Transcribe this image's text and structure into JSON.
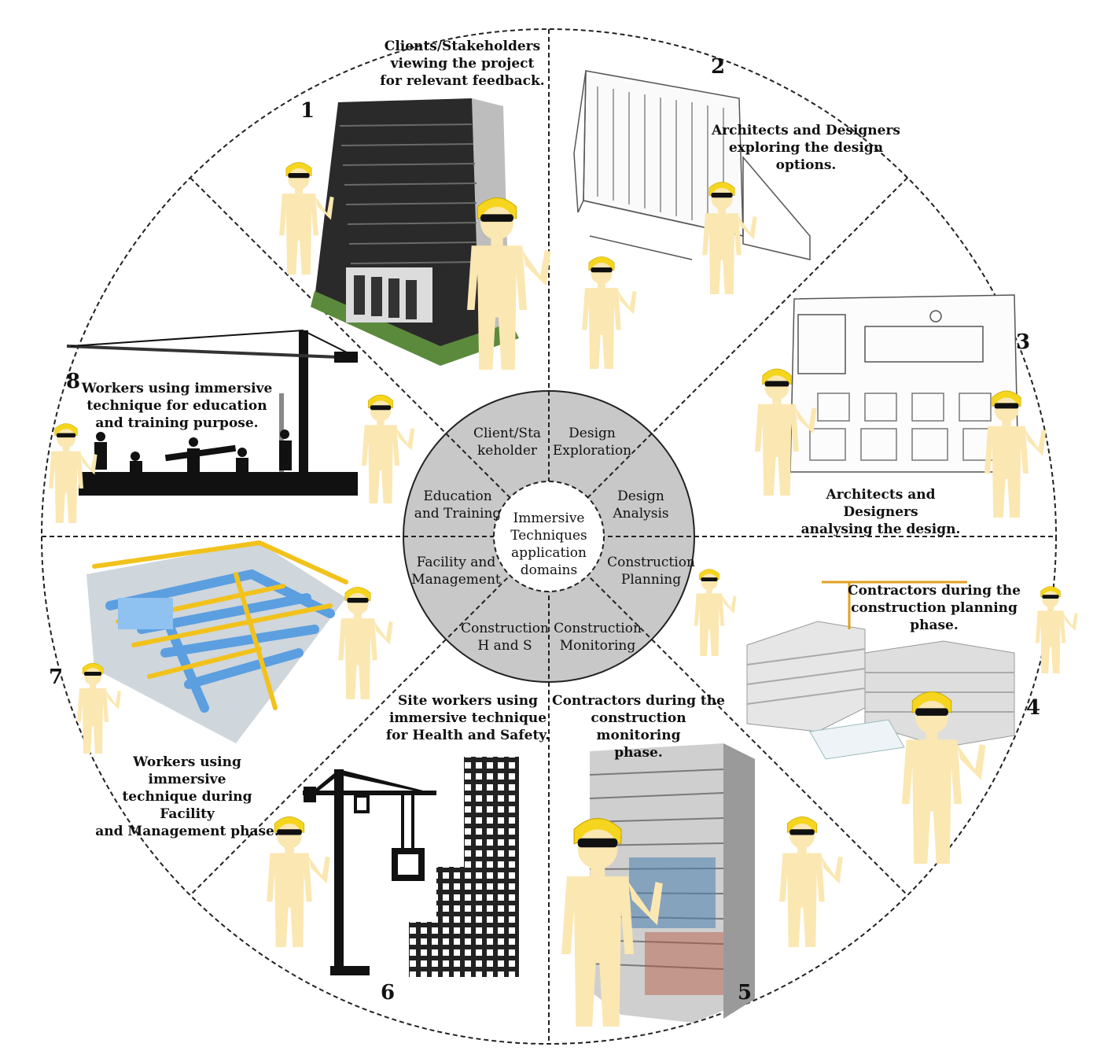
{
  "center": {
    "label": "Immersive\nTechniques\napplication\ndomains"
  },
  "domains": [
    {
      "id": 1,
      "ring_label": "Client/Sta\nkeholder",
      "description": "Clients/Stakeholders\nviewing the project\nfor relevant feedback.",
      "illustration": "high-rise-building-model"
    },
    {
      "id": 2,
      "ring_label": "Design\nExploration",
      "description": "Architects and Designers\nexploring the design options.",
      "illustration": "building-sketch"
    },
    {
      "id": 3,
      "ring_label": "Design\nAnalysis",
      "description": "Architects and  Designers\nanalysing the design.",
      "illustration": "classroom-sketch"
    },
    {
      "id": 4,
      "ring_label": "Construction\nPlanning",
      "description": "Contractors during the\nconstruction planning phase.",
      "illustration": "building-frame-on-blueprints"
    },
    {
      "id": 5,
      "ring_label": "Construction\nMonitoring",
      "description": "Contractors during the\nconstruction monitoring\nphase.",
      "illustration": "high-rise-under-construction"
    },
    {
      "id": 6,
      "ring_label": "Construction\nH and S",
      "description": "Site workers using\nimmersive technique\nfor Health and Safety.",
      "illustration": "crane-and-building-icon"
    },
    {
      "id": 7,
      "ring_label": "Facility and\nManagement",
      "description": "Workers using immersive\ntechnique during Facility\nand Management phase.",
      "illustration": "mep-services-model"
    },
    {
      "id": 8,
      "ring_label": "Education\nand Training",
      "description": "Workers using immersive\ntechnique for education\nand training purpose.",
      "illustration": "construction-site-silhouette"
    }
  ],
  "colors": {
    "ring_fill": "#c8c8c8",
    "figure_fill": "#fbe7b1",
    "helmet": "#f5d51e",
    "goggles": "#111111",
    "outline": "#222222"
  }
}
